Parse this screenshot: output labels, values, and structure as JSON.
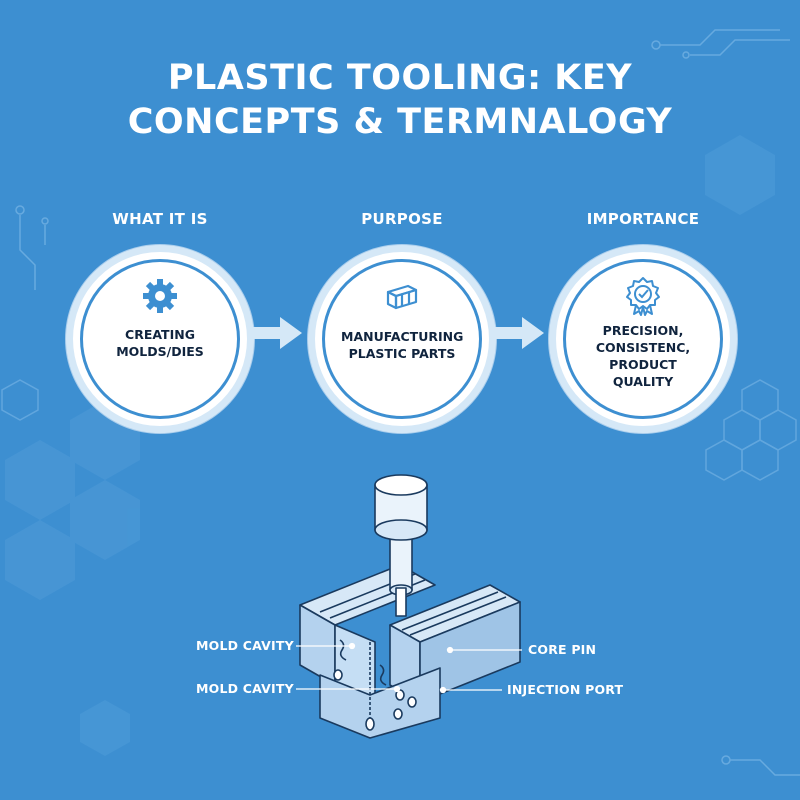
{
  "title": {
    "line1": "PLASTIC TOOLING: KEY",
    "line2": "CONCEPTS & TERMNALOGY"
  },
  "steps": [
    {
      "heading": "WHAT IT IS",
      "text": "CREATING MOLDS/DIES",
      "icon": "gear-icon"
    },
    {
      "heading": "PURPOSE",
      "text": "MANUFACTURING PLASTIC PARTS",
      "icon": "plastic-part-icon"
    },
    {
      "heading": "IMPORTANCE",
      "text": "PRECISION, CONSISTENC, PRODUCT QUALITY",
      "icon": "quality-badge-icon"
    }
  ],
  "callouts": {
    "mold_cavity_1": "MOLD CAVITY",
    "mold_cavity_2": "MOLD CAVITY",
    "core_pin": "CORE PIN",
    "injection_port": "INJECTION PORT"
  },
  "colors": {
    "background": "#3d8fd1",
    "accent": "#3d8fd1",
    "text_dark": "#10243e",
    "white": "#ffffff"
  }
}
